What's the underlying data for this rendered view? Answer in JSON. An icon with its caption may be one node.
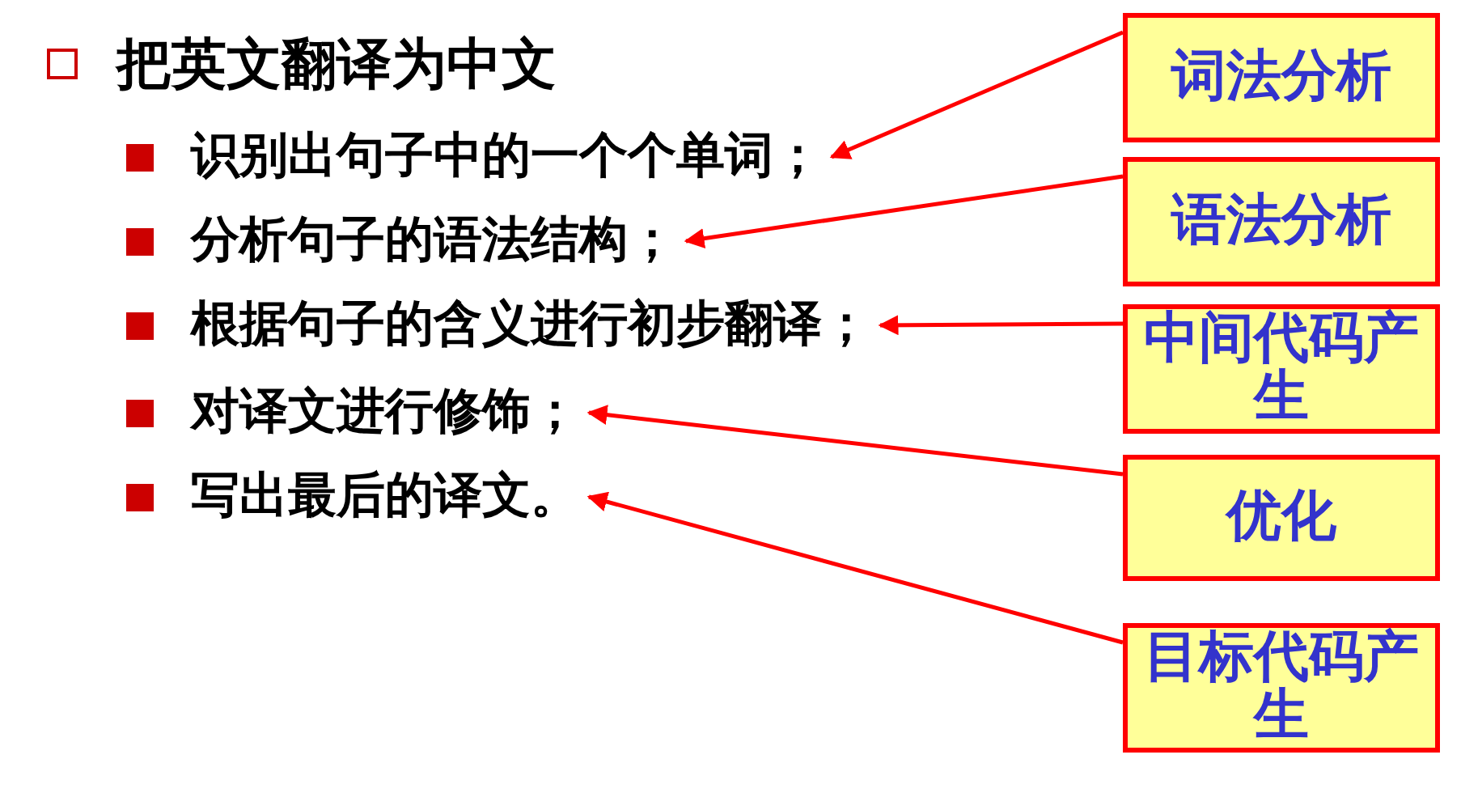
{
  "diagram": {
    "title": "把英文翻译为中文",
    "nodes": [
      {
        "text": [
          "识别出句子中的一个个单词；"
        ]
      },
      {
        "text": [
          "分析句子的语法结构；"
        ]
      },
      {
        "text": [
          "根据句子的含义进行初步翻译；"
        ]
      },
      {
        "text": [
          "对译文进行修饰；"
        ]
      },
      {
        "text": [
          "写出最后的译文。"
        ]
      },
      {
        "text": [
          "词法分析"
        ]
      },
      {
        "text": [
          "语法分析"
        ]
      },
      {
        "text": [
          "中间代码产生"
        ]
      },
      {
        "text": [
          "优化"
        ]
      },
      {
        "text": [
          "目标代码产生"
        ]
      }
    ],
    "edges": [
      {
        "from": 5,
        "to": 0,
        "arrow": "to"
      },
      {
        "from": 6,
        "to": 1,
        "arrow": "to"
      },
      {
        "from": 7,
        "to": 2,
        "arrow": "to"
      },
      {
        "from": 8,
        "to": 3,
        "arrow": "to"
      },
      {
        "from": 9,
        "to": 4,
        "arrow": "to"
      }
    ]
  }
}
